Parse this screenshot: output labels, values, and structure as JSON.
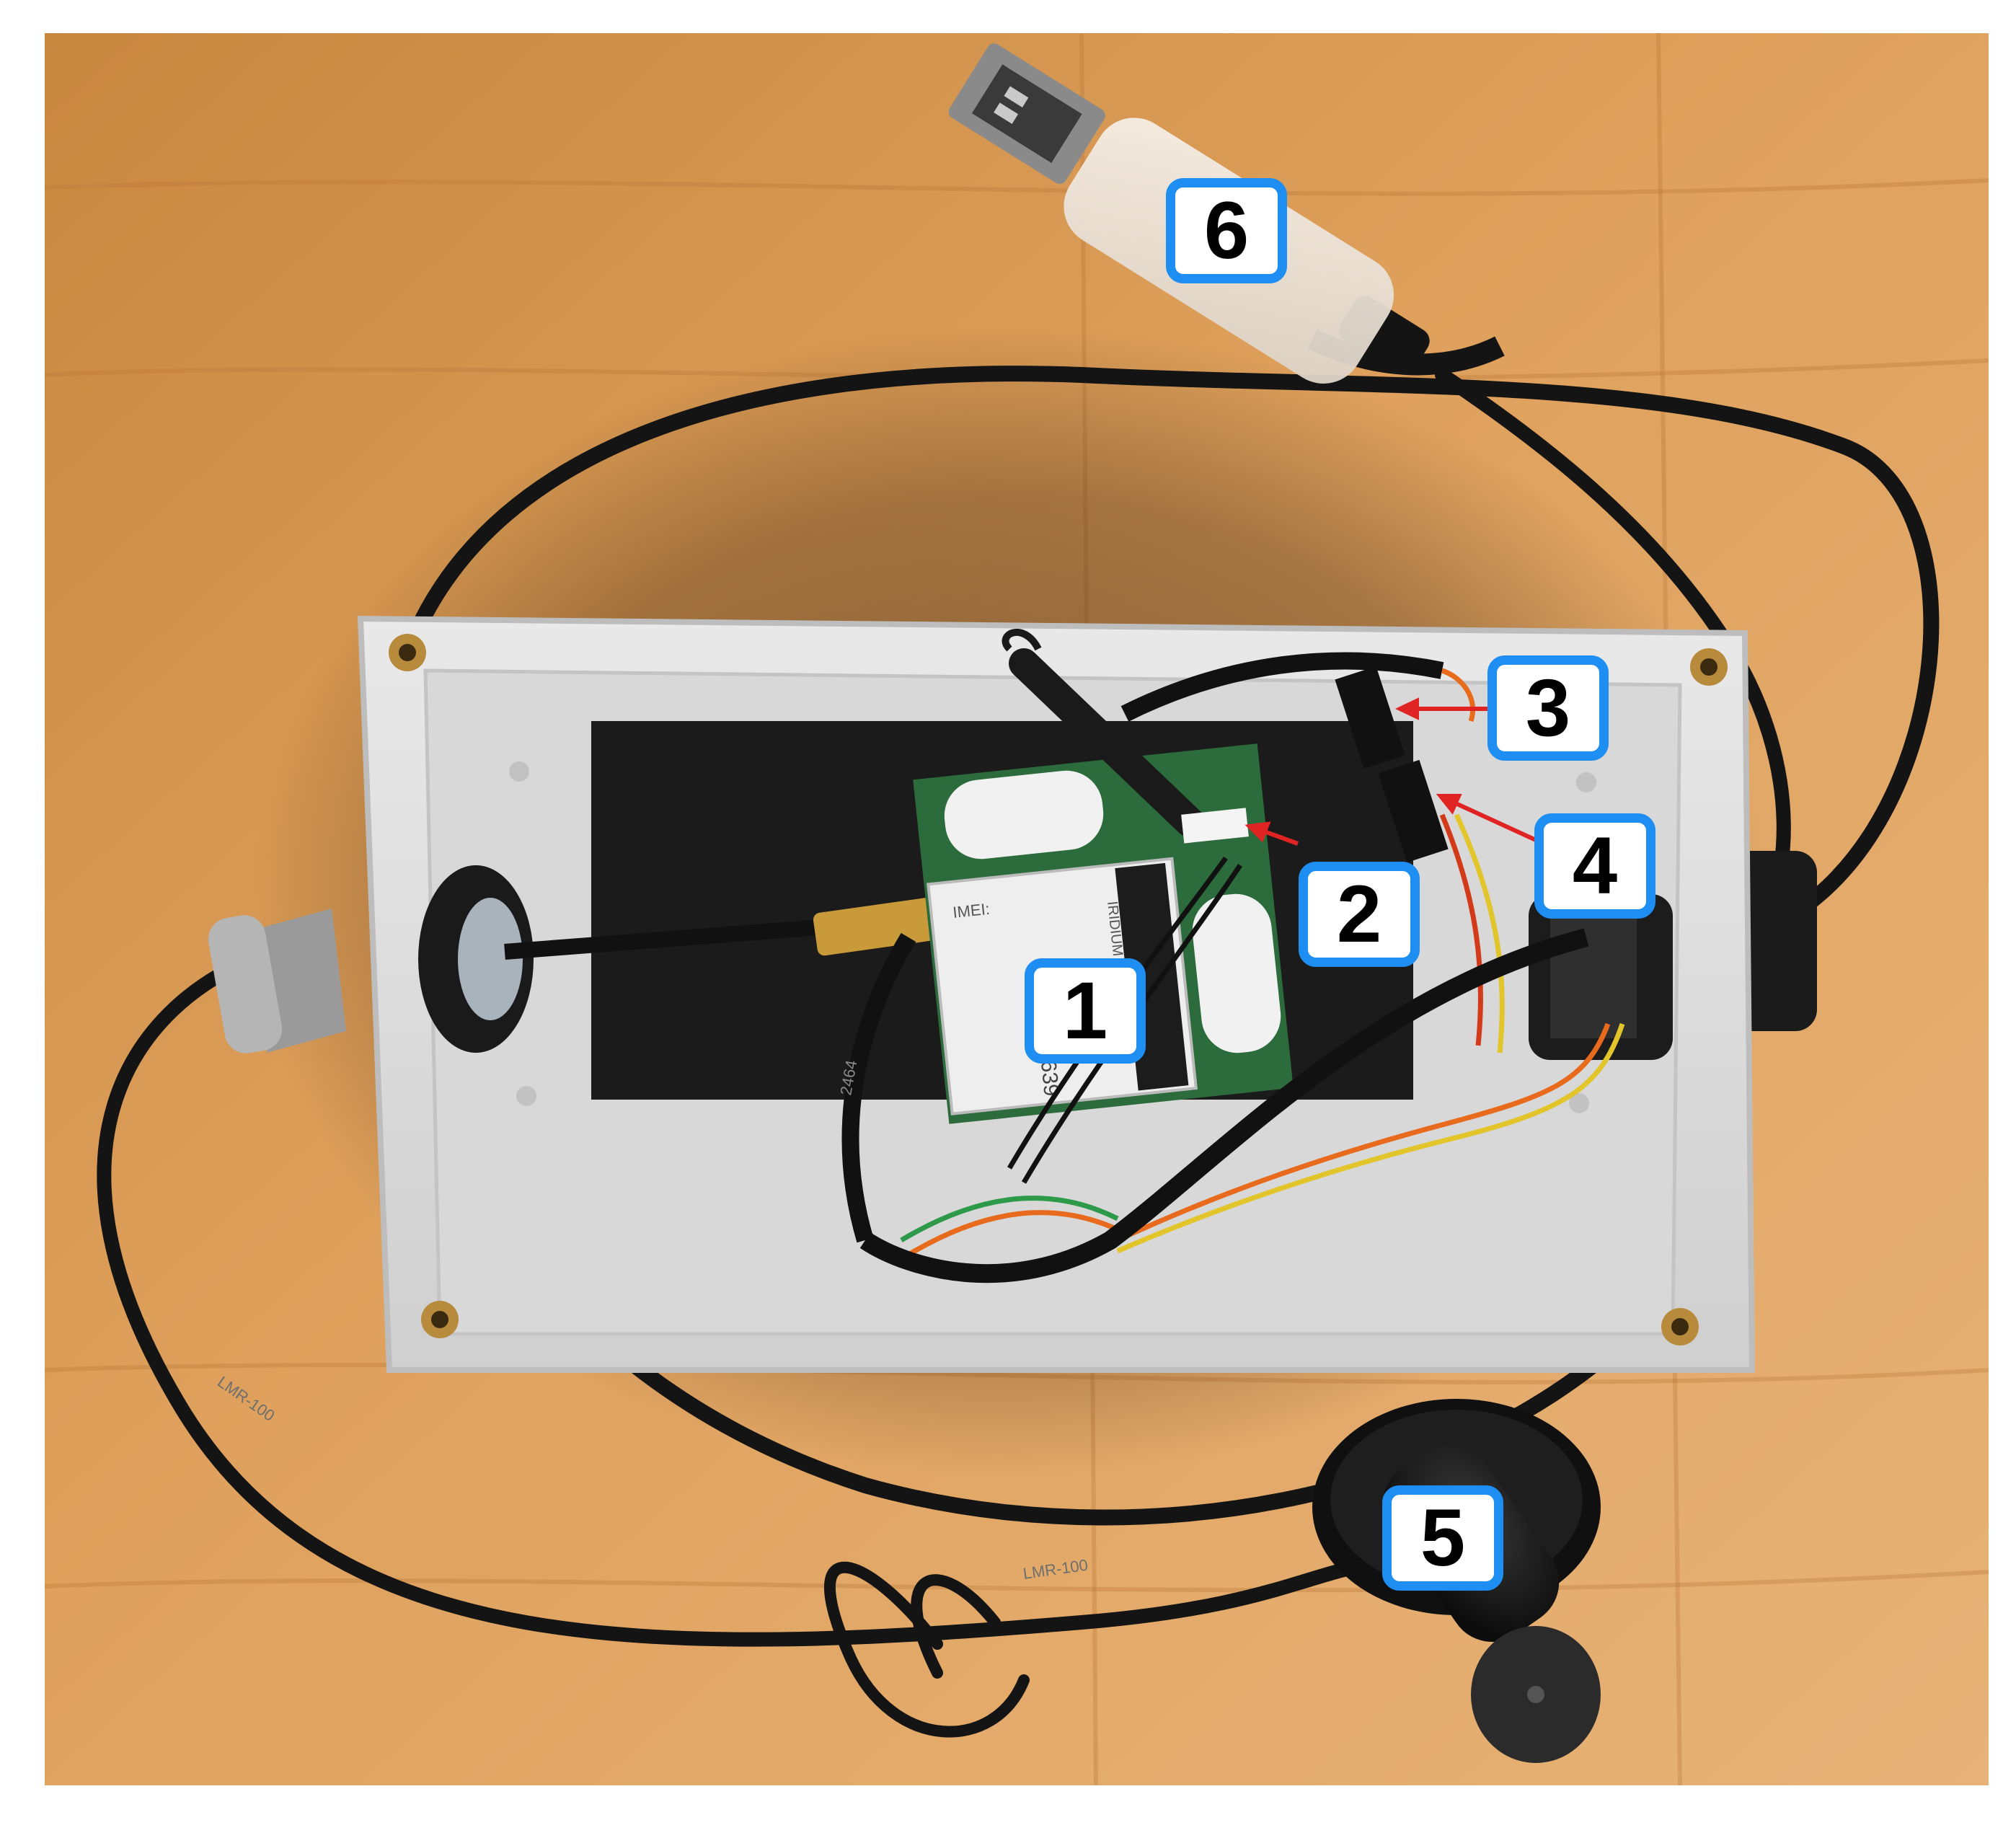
{
  "photo": {
    "description_colors": {
      "table": "#d99a55",
      "enclosure": "#dedede",
      "velcro": "#1b1b1b",
      "pcb": "#2c6b3c",
      "cable": "#141414",
      "callout_border": "#1e8ef2",
      "arrow": "#e02424"
    }
  },
  "callouts": [
    {
      "id": "1",
      "label": "1"
    },
    {
      "id": "2",
      "label": "2"
    },
    {
      "id": "3",
      "label": "3"
    },
    {
      "id": "4",
      "label": "4"
    },
    {
      "id": "5",
      "label": "5"
    },
    {
      "id": "6",
      "label": "6"
    }
  ],
  "printed_text": {
    "module_label": "IRIDIUM SATELLITE",
    "module_imei": "IMEI:",
    "module_number": "639",
    "cable_print": "LMR-100",
    "cable_print_2": "LMR-100",
    "cable_print_3": "2464"
  }
}
